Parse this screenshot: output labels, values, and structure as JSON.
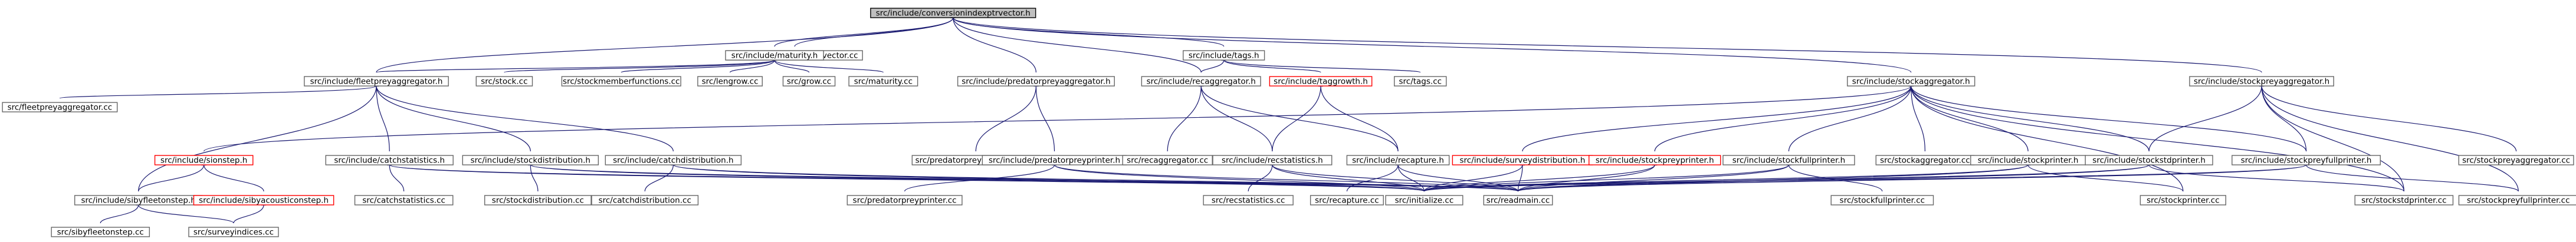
{
  "graph": {
    "colors": {
      "edge": "#191970",
      "root_fill": "#bfbfbf",
      "border": "#666666",
      "missing_border": "#ff0000"
    },
    "nodes": [
      {
        "id": "root",
        "label": "src/include/conversionindexptrvector.h",
        "root": true
      },
      {
        "id": "cip_cc",
        "label": "src/conversionindexptrvector.cc"
      },
      {
        "id": "maturity_h",
        "label": "src/include/maturity.h"
      },
      {
        "id": "tags_h",
        "label": "src/include/tags.h"
      },
      {
        "id": "stockagg_h",
        "label": "src/include/stockaggregator.h"
      },
      {
        "id": "stockpreyagg_h",
        "label": "src/include/stockpreyaggregator.h"
      },
      {
        "id": "fleetpreyagg_h",
        "label": "src/include/fleetpreyaggregator.h"
      },
      {
        "id": "stock_cc",
        "label": "src/stock.cc"
      },
      {
        "id": "stockmember_cc",
        "label": "src/stockmemberfunctions.cc"
      },
      {
        "id": "lengrow_cc",
        "label": "src/lengrow.cc"
      },
      {
        "id": "grow_cc",
        "label": "src/grow.cc"
      },
      {
        "id": "maturity_cc",
        "label": "src/maturity.cc"
      },
      {
        "id": "predpreyagg_h",
        "label": "src/include/predatorpreyaggregator.h"
      },
      {
        "id": "recagg_h",
        "label": "src/include/recaggregator.h"
      },
      {
        "id": "taggrowth_h",
        "label": "src/include/taggrowth.h",
        "missing": true
      },
      {
        "id": "tags_cc",
        "label": "src/tags.cc"
      },
      {
        "id": "fleetpreyagg_cc",
        "label": "src/fleetpreyaggregator.cc"
      },
      {
        "id": "sionstep_h",
        "label": "src/include/sionstep.h",
        "missing": true
      },
      {
        "id": "catchstat_h",
        "label": "src/include/catchstatistics.h"
      },
      {
        "id": "stockdist_h",
        "label": "src/include/stockdistribution.h"
      },
      {
        "id": "catchdist_h",
        "label": "src/include/catchdistribution.h"
      },
      {
        "id": "predpreyagg_cc",
        "label": "src/predatorpreyaggregator.cc"
      },
      {
        "id": "predpreyprinter_h",
        "label": "src/include/predatorpreyprinter.h"
      },
      {
        "id": "recagg_cc",
        "label": "src/recaggregator.cc"
      },
      {
        "id": "recstat_h",
        "label": "src/include/recstatistics.h"
      },
      {
        "id": "recapture_h",
        "label": "src/include/recapture.h"
      },
      {
        "id": "surveydist_h",
        "label": "src/include/surveydistribution.h",
        "missing": true
      },
      {
        "id": "stockpreyprinter_h",
        "label": "src/include/stockpreyprinter.h",
        "missing": true
      },
      {
        "id": "stockfullprinter_h",
        "label": "src/include/stockfullprinter.h"
      },
      {
        "id": "stockagg_cc",
        "label": "src/stockaggregator.cc"
      },
      {
        "id": "stockprinter_h",
        "label": "src/include/stockprinter.h"
      },
      {
        "id": "stockstdprinter_h",
        "label": "src/include/stockstdprinter.h"
      },
      {
        "id": "stockpreyfullprinter_h",
        "label": "src/include/stockpreyfullprinter.h"
      },
      {
        "id": "stockpreyagg_cc",
        "label": "src/stockpreyaggregator.cc"
      },
      {
        "id": "sibyfleetonstep_h",
        "label": "src/include/sibyfleetonstep.h"
      },
      {
        "id": "sibyacoustic_h",
        "label": "src/include/sibyacousticonstep.h",
        "missing": true
      },
      {
        "id": "catchstat_cc",
        "label": "src/catchstatistics.cc"
      },
      {
        "id": "stockdist_cc",
        "label": "src/stockdistribution.cc"
      },
      {
        "id": "catchdist_cc",
        "label": "src/catchdistribution.cc"
      },
      {
        "id": "predpreyprinter_cc",
        "label": "src/predatorpreyprinter.cc"
      },
      {
        "id": "recstat_cc",
        "label": "src/recstatistics.cc"
      },
      {
        "id": "recapture_cc",
        "label": "src/recapture.cc"
      },
      {
        "id": "initialize_cc",
        "label": "src/initialize.cc"
      },
      {
        "id": "readmain_cc",
        "label": "src/readmain.cc"
      },
      {
        "id": "stockfullprinter_cc",
        "label": "src/stockfullprinter.cc"
      },
      {
        "id": "stockprinter_cc",
        "label": "src/stockprinter.cc"
      },
      {
        "id": "stockstdprinter_cc",
        "label": "src/stockstdprinter.cc"
      },
      {
        "id": "stockpreyfullprinter_cc",
        "label": "src/stockpreyfullprinter.cc"
      },
      {
        "id": "sibyfleetonstep_cc",
        "label": "src/sibyfleetonstep.cc"
      },
      {
        "id": "surveyindices_cc",
        "label": "src/surveyindices.cc"
      }
    ],
    "edges": [
      [
        "root",
        "cip_cc"
      ],
      [
        "root",
        "maturity_h"
      ],
      [
        "root",
        "tags_h"
      ],
      [
        "root",
        "stockagg_h"
      ],
      [
        "root",
        "stockpreyagg_h"
      ],
      [
        "root",
        "fleetpreyagg_h"
      ],
      [
        "root",
        "predpreyagg_h"
      ],
      [
        "root",
        "recagg_h"
      ],
      [
        "maturity_h",
        "fleetpreyagg_h"
      ],
      [
        "maturity_h",
        "stock_cc"
      ],
      [
        "maturity_h",
        "stockmember_cc"
      ],
      [
        "maturity_h",
        "lengrow_cc"
      ],
      [
        "maturity_h",
        "grow_cc"
      ],
      [
        "maturity_h",
        "maturity_cc"
      ],
      [
        "tags_h",
        "recagg_h"
      ],
      [
        "tags_h",
        "taggrowth_h"
      ],
      [
        "tags_h",
        "tags_cc"
      ],
      [
        "taggrowth_h",
        "recstat_h"
      ],
      [
        "taggrowth_h",
        "recapture_h"
      ],
      [
        "fleetpreyagg_h",
        "fleetpreyagg_cc"
      ],
      [
        "fleetpreyagg_h",
        "catchstat_h"
      ],
      [
        "fleetpreyagg_h",
        "stockdist_h"
      ],
      [
        "fleetpreyagg_h",
        "catchdist_h"
      ],
      [
        "fleetpreyagg_h",
        "sibyfleetonstep_h"
      ],
      [
        "predpreyagg_h",
        "predpreyagg_cc"
      ],
      [
        "predpreyagg_h",
        "predpreyprinter_h"
      ],
      [
        "recagg_h",
        "recagg_cc"
      ],
      [
        "recagg_h",
        "recstat_h"
      ],
      [
        "recagg_h",
        "recapture_h"
      ],
      [
        "stockagg_h",
        "sionstep_h"
      ],
      [
        "stockagg_h",
        "surveydist_h"
      ],
      [
        "stockagg_h",
        "stockpreyprinter_h"
      ],
      [
        "stockagg_h",
        "stockfullprinter_h"
      ],
      [
        "stockagg_h",
        "stockagg_cc"
      ],
      [
        "stockagg_h",
        "stockprinter_h"
      ],
      [
        "stockagg_h",
        "stockstdprinter_h"
      ],
      [
        "stockagg_h",
        "stockpreyfullprinter_h"
      ],
      [
        "stockagg_h",
        "stockprinter_cc"
      ],
      [
        "stockagg_h",
        "stockstdprinter_cc"
      ],
      [
        "stockpreyagg_h",
        "stockpreyagg_cc"
      ],
      [
        "stockpreyagg_h",
        "stockstdprinter_h"
      ],
      [
        "stockpreyagg_h",
        "stockpreyfullprinter_h"
      ],
      [
        "stockpreyagg_h",
        "stockpreyfullprinter_cc"
      ],
      [
        "stockpreyagg_h",
        "stockstdprinter_cc"
      ],
      [
        "sionstep_h",
        "sibyfleetonstep_h"
      ],
      [
        "sionstep_h",
        "sibyacoustic_h"
      ],
      [
        "sibyfleetonstep_h",
        "sibyfleetonstep_cc"
      ],
      [
        "sibyfleetonstep_h",
        "surveyindices_cc"
      ],
      [
        "sibyacoustic_h",
        "surveyindices_cc"
      ],
      [
        "catchstat_h",
        "catchstat_cc"
      ],
      [
        "catchstat_h",
        "initialize_cc"
      ],
      [
        "catchstat_h",
        "readmain_cc"
      ],
      [
        "stockdist_h",
        "stockdist_cc"
      ],
      [
        "stockdist_h",
        "initialize_cc"
      ],
      [
        "stockdist_h",
        "readmain_cc"
      ],
      [
        "catchdist_h",
        "catchdist_cc"
      ],
      [
        "catchdist_h",
        "initialize_cc"
      ],
      [
        "catchdist_h",
        "readmain_cc"
      ],
      [
        "predpreyprinter_h",
        "predpreyprinter_cc"
      ],
      [
        "predpreyprinter_h",
        "initialize_cc"
      ],
      [
        "predpreyprinter_h",
        "readmain_cc"
      ],
      [
        "recstat_h",
        "recstat_cc"
      ],
      [
        "recstat_h",
        "initialize_cc"
      ],
      [
        "recstat_h",
        "readmain_cc"
      ],
      [
        "recapture_h",
        "recapture_cc"
      ],
      [
        "recapture_h",
        "initialize_cc"
      ],
      [
        "recapture_h",
        "readmain_cc"
      ],
      [
        "surveydist_h",
        "initialize_cc"
      ],
      [
        "surveydist_h",
        "readmain_cc"
      ],
      [
        "stockpreyprinter_h",
        "initialize_cc"
      ],
      [
        "stockpreyprinter_h",
        "readmain_cc"
      ],
      [
        "stockfullprinter_h",
        "stockfullprinter_cc"
      ],
      [
        "stockfullprinter_h",
        "initialize_cc"
      ],
      [
        "stockfullprinter_h",
        "readmain_cc"
      ],
      [
        "stockprinter_h",
        "stockprinter_cc"
      ],
      [
        "stockprinter_h",
        "initialize_cc"
      ],
      [
        "stockprinter_h",
        "readmain_cc"
      ],
      [
        "stockstdprinter_h",
        "stockstdprinter_cc"
      ],
      [
        "stockstdprinter_h",
        "initialize_cc"
      ],
      [
        "stockstdprinter_h",
        "readmain_cc"
      ],
      [
        "stockpreyfullprinter_h",
        "stockpreyfullprinter_cc"
      ],
      [
        "stockpreyfullprinter_h",
        "initialize_cc"
      ],
      [
        "stockpreyfullprinter_h",
        "readmain_cc"
      ]
    ]
  }
}
